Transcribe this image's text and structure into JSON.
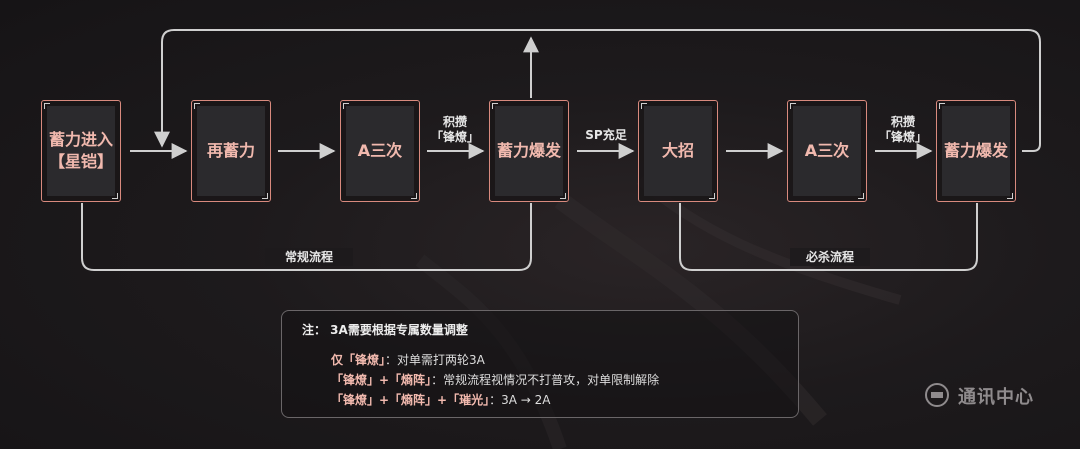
{
  "nodes": [
    {
      "id": "n1",
      "label": "蓄力进入\n【星铠】"
    },
    {
      "id": "n2",
      "label": "再蓄力"
    },
    {
      "id": "n3",
      "label": "A三次"
    },
    {
      "id": "n4",
      "label": "蓄力爆发"
    },
    {
      "id": "n5",
      "label": "大招"
    },
    {
      "id": "n6",
      "label": "A三次"
    },
    {
      "id": "n7",
      "label": "蓄力爆发"
    }
  ],
  "edge_labels": {
    "accumulate_1": "积攒\n「锋燎」",
    "sp_full": "SP充足",
    "accumulate_2": "积攒\n「锋燎」",
    "normal_flow": "常规流程",
    "kill_flow": "必杀流程"
  },
  "note": {
    "title": "注：  3A需要根据专属数量调整",
    "rows": [
      {
        "highlight": "仅「锋燎」",
        "text": "：对单需打两轮3A"
      },
      {
        "highlight": "「锋燎」+「熵阵」",
        "text": "：常规流程视情况不打普攻，对单限制解除"
      },
      {
        "highlight": "「锋燎」+「熵阵」+「璀光」",
        "text": "：3A → 2A"
      }
    ]
  },
  "watermark": "通讯中心",
  "colors": {
    "accent": "#d98a7e",
    "label": "#f1b9ae",
    "line": "#cfcfcf"
  }
}
